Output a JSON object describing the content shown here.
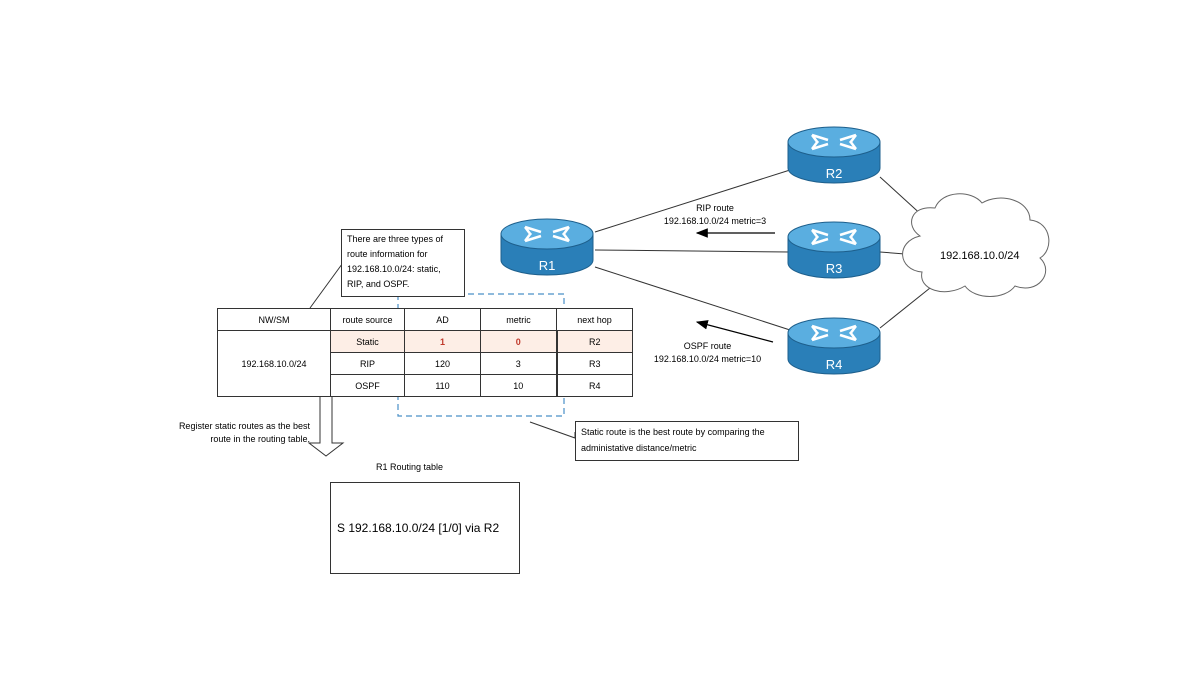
{
  "routers": [
    {
      "id": "R1",
      "label": "R1"
    },
    {
      "id": "R2",
      "label": "R2"
    },
    {
      "id": "R3",
      "label": "R3"
    },
    {
      "id": "R4",
      "label": "R4"
    }
  ],
  "network": {
    "label": "192.168.10.0/24"
  },
  "rip_route": {
    "line1": "RIP route",
    "line2": "192.168.10.0/24 metric=3"
  },
  "ospf_route": {
    "line1": "OSPF route",
    "line2": "192.168.10.0/24 metric=10"
  },
  "callout_types": {
    "text": "There are three types of route information for 192.168.10.0/24: static, RIP, and OSPF."
  },
  "callout_best": {
    "text": "Static route is the best route by comparing the administative distance/metric"
  },
  "route_table": {
    "headers": [
      "NW/SM",
      "route source",
      "AD",
      "metric",
      "next hop"
    ],
    "network": "192.168.10.0/24",
    "rows": [
      {
        "source": "Static",
        "ad": "1",
        "metric": "0",
        "next_hop": "R2"
      },
      {
        "source": "RIP",
        "ad": "120",
        "metric": "3",
        "next_hop": "R3"
      },
      {
        "source": "OSPF",
        "ad": "110",
        "metric": "10",
        "next_hop": "R4"
      }
    ]
  },
  "register_note": {
    "line1": "Register static routes as the best",
    "line2": "route in the routing table."
  },
  "routing_table": {
    "title": "R1 Routing table",
    "entry": "S 192.168.10.0/24 [1/0] via R2"
  },
  "colors": {
    "router_fill": "#2a7fb8",
    "router_top": "#5aaee0",
    "highlight": "#fdeee6",
    "dashed": "#4a90c8",
    "emphasis": "#c0392b"
  }
}
